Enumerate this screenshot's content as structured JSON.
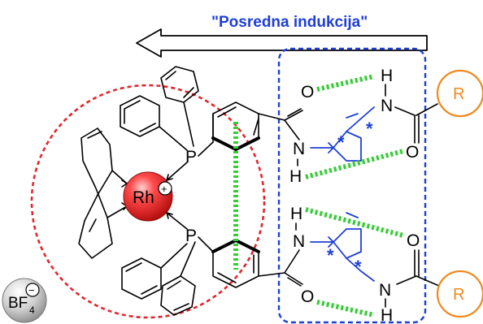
{
  "title": "\"Posredna indukcija\"",
  "labels": {
    "metal": "Rh",
    "metal_charge": "+",
    "phosphorus_top": "P",
    "phosphorus_bottom": "P",
    "oxygen_1": "O",
    "oxygen_2": "O",
    "oxygen_3": "O",
    "oxygen_4": "O",
    "nitrogen_1": "N",
    "nitrogen_2": "N",
    "nitrogen_3": "N",
    "nitrogen_4": "N",
    "hydrogen_1": "H",
    "hydrogen_2": "H",
    "hydrogen_3": "H",
    "hydrogen_4": "H",
    "r_group_top": "R",
    "r_group_bottom": "R",
    "stereo_mark": "*",
    "counterion_main": "BF",
    "counterion_sub": "4",
    "counterion_charge": "−"
  },
  "colors": {
    "accent_blue": "#1f3fd6",
    "dashed_circle_red": "#e3262b",
    "hbond_green": "#33cc33",
    "r_group_orange": "#f08a1c",
    "rh_sphere": "#e62020",
    "counterion_sphere": "#bdbdbd"
  },
  "icons": {
    "direction_arrow": "left-arrow-outline-icon"
  }
}
